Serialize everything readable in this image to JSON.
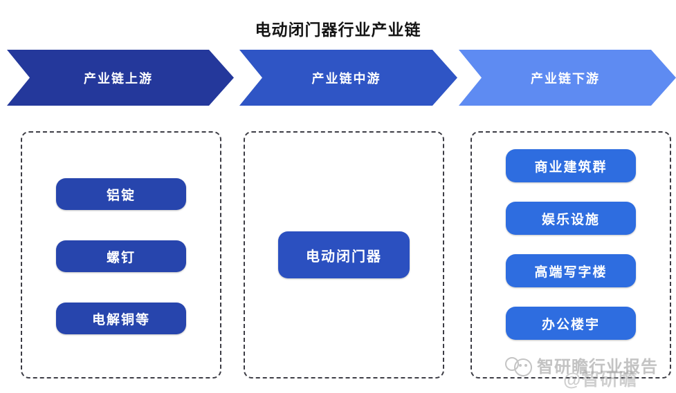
{
  "title": "电动闭门器行业产业链",
  "colors": {
    "arrow_upstream": "#24389b",
    "arrow_midstream": "#2f55c5",
    "arrow_downstream": "#5e8bf2",
    "btn_upstream": "#2745ad",
    "btn_midstream": "#2b50c0",
    "btn_downstream": "#2e6de0"
  },
  "stages": [
    {
      "label": "产业链上游",
      "items": [
        "铝锭",
        "螺钉",
        "电解铜等"
      ]
    },
    {
      "label": "产业链中游",
      "items": [
        "电动闭门器"
      ]
    },
    {
      "label": "产业链下游",
      "items": [
        "商业建筑群",
        "娱乐设施",
        "高端写字楼",
        "办公楼宇"
      ]
    }
  ],
  "watermark": {
    "brand": "智研瞻行业报告",
    "handle": "@智研瞻"
  }
}
